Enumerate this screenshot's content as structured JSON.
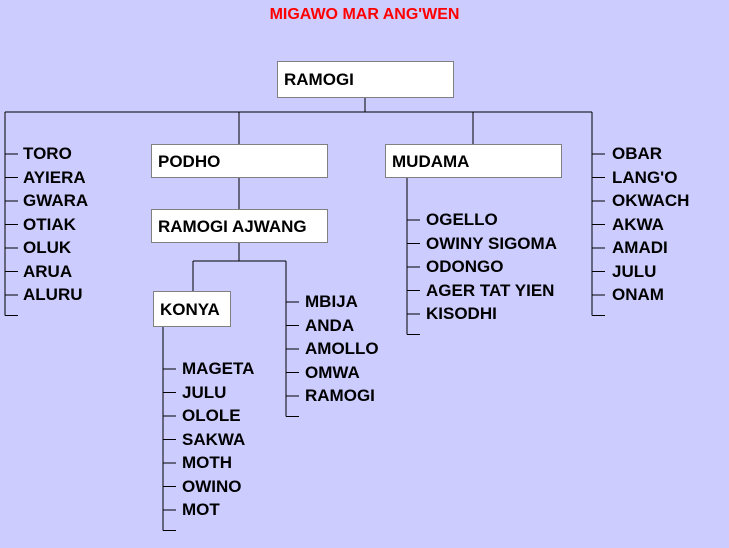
{
  "title": "MIGAWO MAR ANG'WEN",
  "nodes": {
    "root": "RAMOGI",
    "podho": "PODHO",
    "mudama": "MUDAMA",
    "ramogi_ajwang": "RAMOGI AJWANG",
    "konya": "KONYA"
  },
  "lists": {
    "left": [
      "TORO",
      "AYIERA",
      "GWARA",
      "OTIAK",
      "OLUK",
      "ARUA",
      "ALURU"
    ],
    "right": [
      "OBAR",
      "LANG'O",
      "OKWACH",
      "AKWA",
      "AMADI",
      "JULU",
      "ONAM"
    ],
    "mudama_children": [
      "OGELLO",
      "OWINY SIGOMA",
      "ODONGO",
      "AGER TAT YIEN",
      "KISODHI"
    ],
    "ramogi_ajwang_children": [
      "MBIJA",
      "ANDA",
      "AMOLLO",
      "OMWA",
      "RAMOGI"
    ],
    "konya_children": [
      "MAGETA",
      "JULU",
      "OLOLE",
      "SAKWA",
      "MOTH",
      "OWINO",
      "MOT"
    ]
  },
  "colors": {
    "background": "#ccccff",
    "title": "#ff0000",
    "box": "#ffffff",
    "line": "#000000"
  }
}
